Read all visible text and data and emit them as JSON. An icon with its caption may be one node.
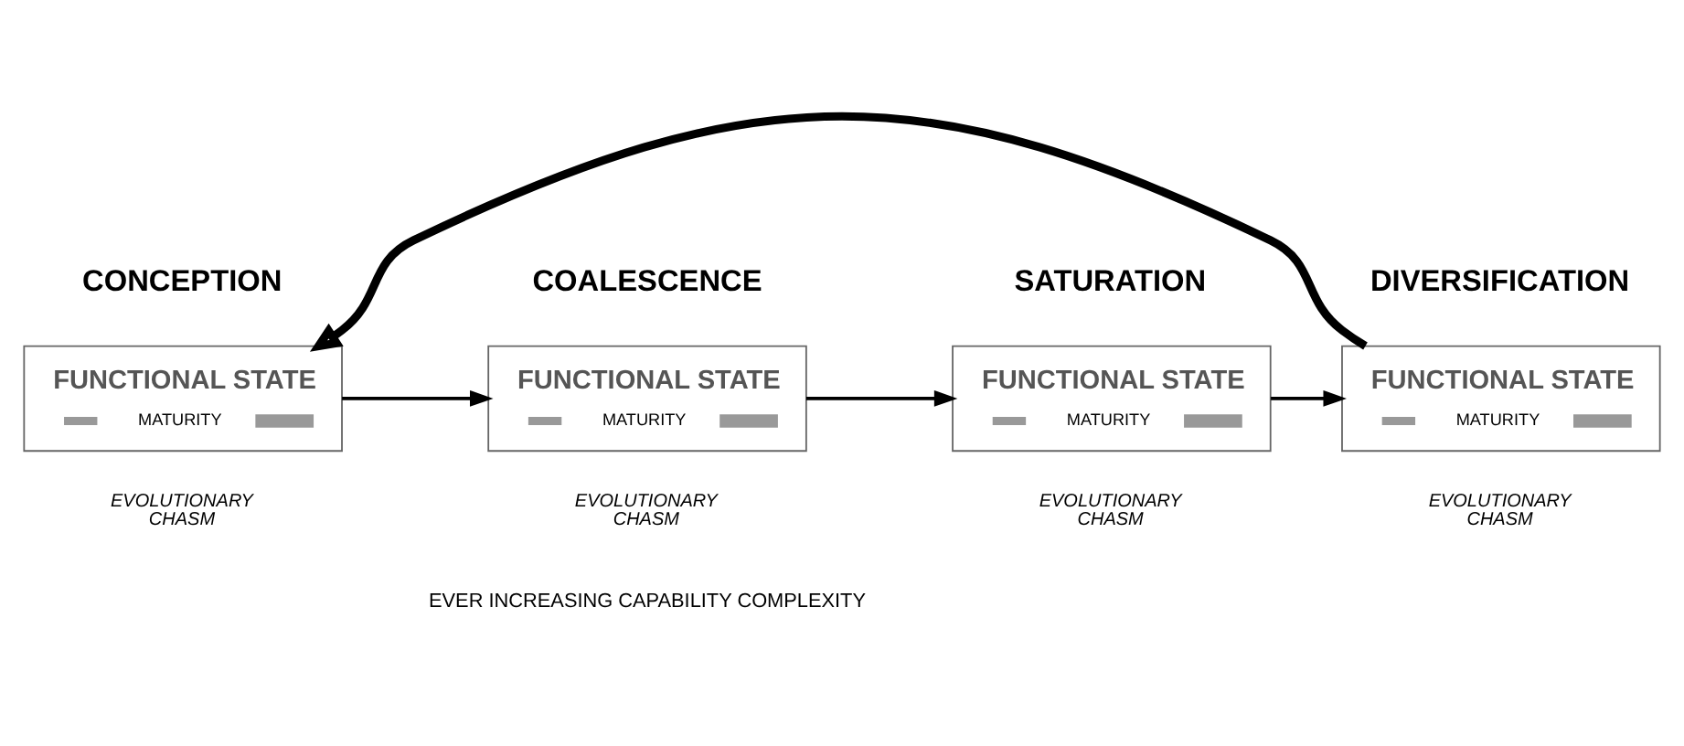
{
  "diagram": {
    "nodes": [
      {
        "text": [
          "FUNCTIONAL STATE",
          "MATURITY"
        ]
      },
      {
        "text": [
          "FUNCTIONAL STATE",
          "MATURITY"
        ]
      },
      {
        "text": [
          "FUNCTIONAL STATE",
          "MATURITY"
        ]
      },
      {
        "text": [
          "FUNCTIONAL STATE",
          "MATURITY"
        ]
      }
    ],
    "edges": [
      {
        "from": 0,
        "to": 1,
        "arrow": "to"
      },
      {
        "from": 1,
        "to": 2,
        "arrow": "to"
      },
      {
        "from": 2,
        "to": 3,
        "arrow": "to"
      },
      {
        "from": 3,
        "to": 0,
        "arrow": "to",
        "style": "thick"
      }
    ],
    "labels": [
      "CONCEPTION",
      "COALESCENCE",
      "SATURATION",
      "DIVERSIFICATION",
      "EVOLUTIONARY CHASM",
      "EVOLUTIONARY CHASM",
      "EVOLUTIONARY CHASM",
      "EVOLUTIONARY CHASM",
      "EVER INCREASING CAPABILITY COMPLEXITY"
    ]
  }
}
